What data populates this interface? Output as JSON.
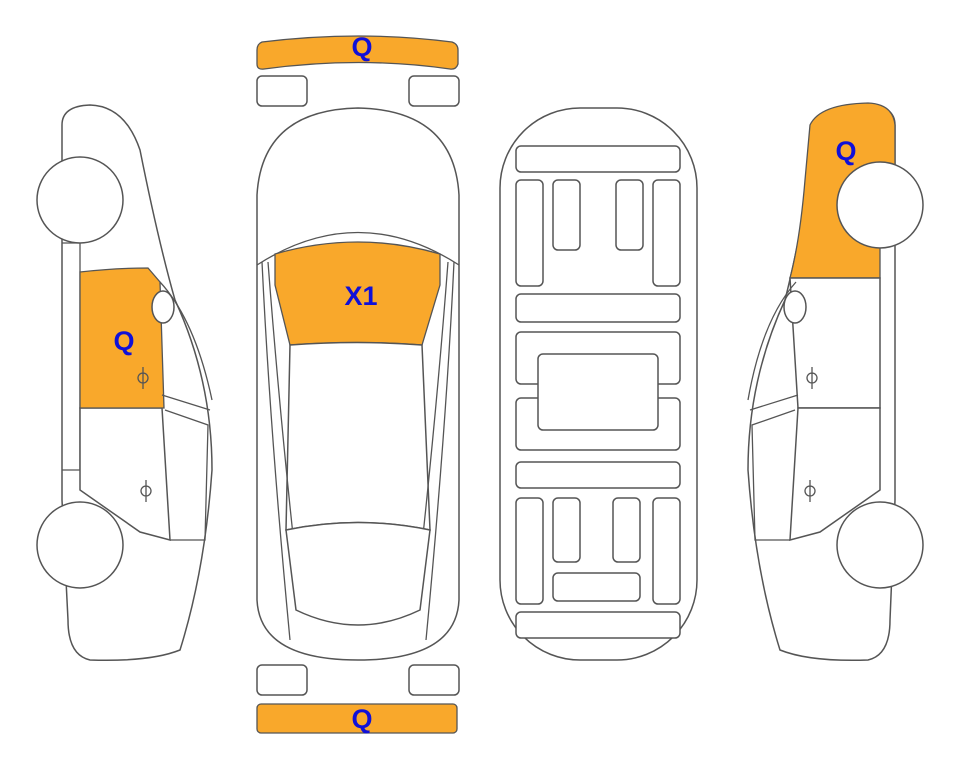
{
  "colors": {
    "damage_fill": "#f9a82b",
    "outline": "#555555",
    "label": "#1010d8"
  },
  "marks": {
    "front_bumper": "Q",
    "windshield": "X1",
    "rear_bumper": "Q",
    "left_front_door": "Q",
    "right_front_fender": "Q"
  }
}
